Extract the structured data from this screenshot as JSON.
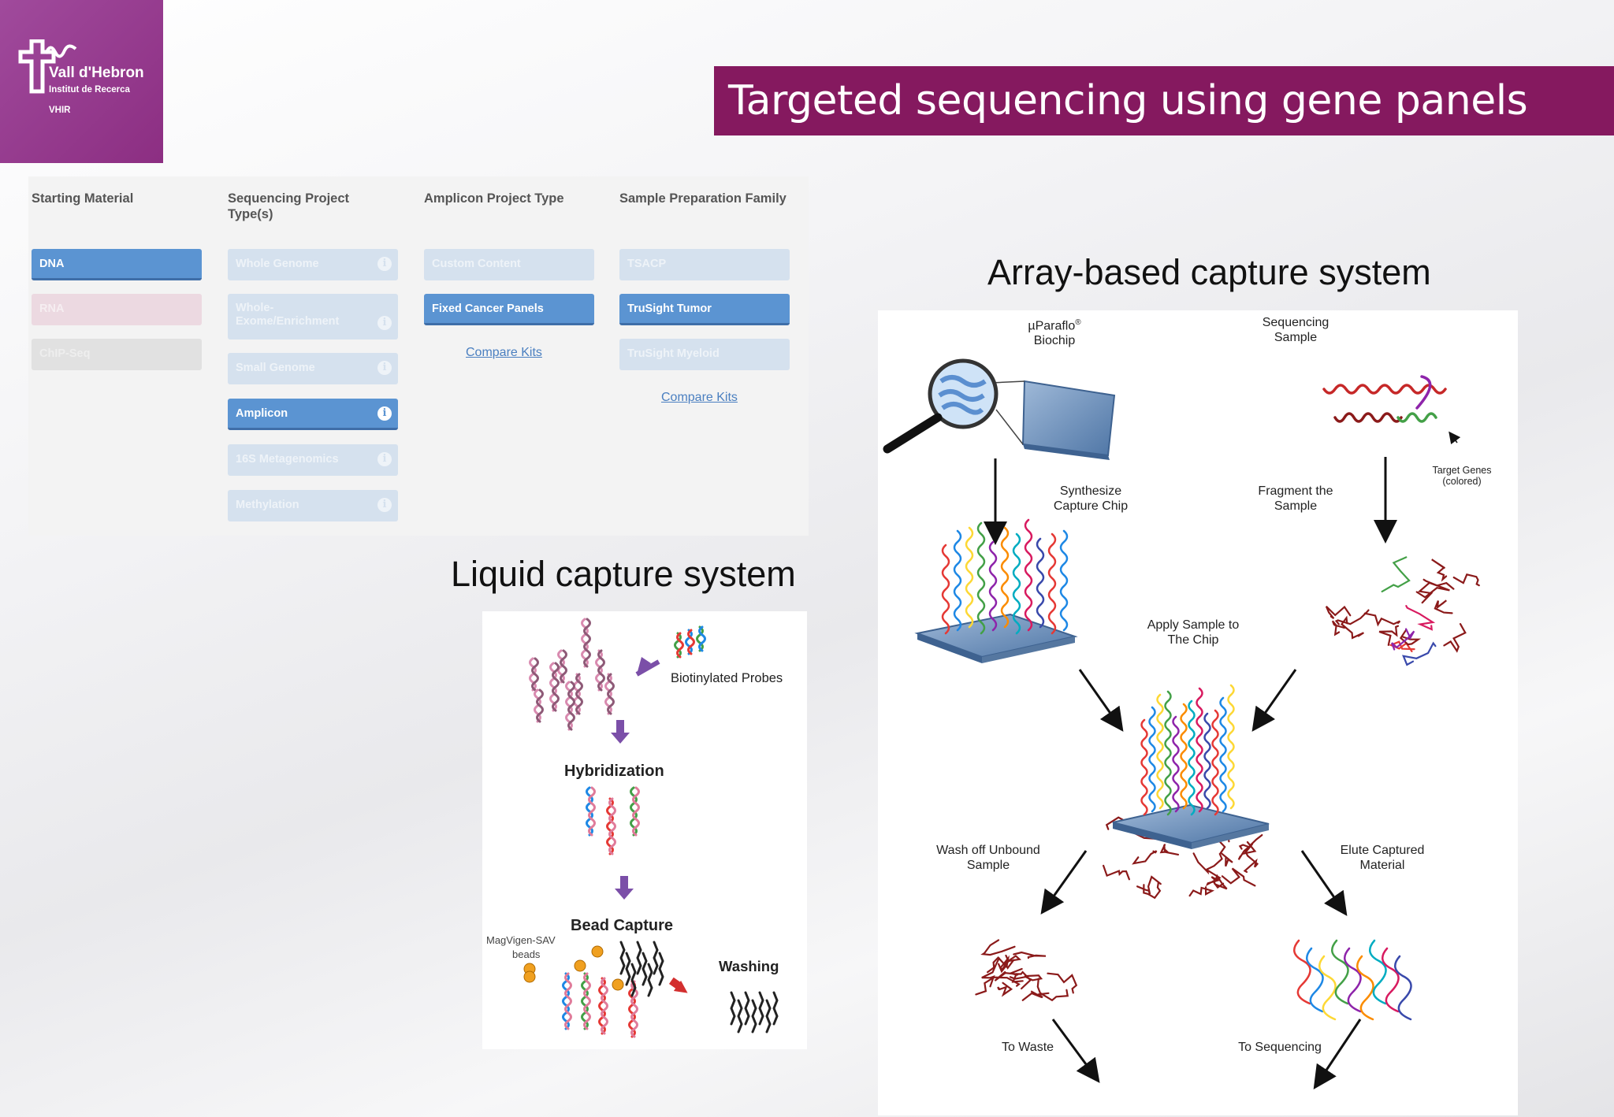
{
  "logo": {
    "name": "Vall d'Hebron",
    "institute": "Institut de Recerca",
    "abbr": "VHIR",
    "color": "#9b3f93"
  },
  "slide_title": "Targeted sequencing using gene panels",
  "selector": {
    "columns": [
      {
        "header": "Starting Material",
        "options": [
          {
            "label": "DNA",
            "state": "active"
          },
          {
            "label": "RNA",
            "state": "dim"
          },
          {
            "label": "ChIP-Seq",
            "state": "dim"
          }
        ]
      },
      {
        "header": "Sequencing Project Type(s)",
        "options": [
          {
            "label": "Whole Genome",
            "state": "dim"
          },
          {
            "label": "Whole-Exome/Enrichment",
            "state": "dim"
          },
          {
            "label": "Small Genome",
            "state": "dim"
          },
          {
            "label": "Amplicon",
            "state": "active"
          },
          {
            "label": "16S Metagenomics",
            "state": "dim"
          },
          {
            "label": "Methylation",
            "state": "dim"
          }
        ]
      },
      {
        "header": "Amplicon Project Type",
        "options": [
          {
            "label": "Custom Content",
            "state": "dim"
          },
          {
            "label": "Fixed Cancer Panels",
            "state": "active"
          }
        ],
        "link": "Compare Kits"
      },
      {
        "header": "Sample Preparation Family",
        "options": [
          {
            "label": "TSACP",
            "state": "dim"
          },
          {
            "label": "TruSight Tumor",
            "state": "active"
          },
          {
            "label": "TruSight Myeloid",
            "state": "dim"
          }
        ],
        "link": "Compare Kits"
      }
    ],
    "info_glyph": "i",
    "active_color": "#5b94d2"
  },
  "liquid": {
    "title": "Liquid capture system",
    "probes_label": "Biotinylated Probes",
    "hybridization": "Hybridization",
    "bead_capture": "Bead Capture",
    "beads_label_1": "MagVigen-SAV",
    "beads_label_2": "beads",
    "washing": "Washing"
  },
  "array": {
    "title": "Array-based capture system",
    "biochip_1": "µParaflo",
    "biochip_reg": "®",
    "biochip_2": "Biochip",
    "seqsample_1": "Sequencing",
    "seqsample_2": "Sample",
    "target_genes_1": "Target Genes",
    "target_genes_2": "(colored)",
    "synth_1": "Synthesize",
    "synth_2": "Capture Chip",
    "fragment_1": "Fragment the",
    "fragment_2": "Sample",
    "apply_1": "Apply Sample to",
    "apply_2": "The Chip",
    "wash_1": "Wash off Unbound",
    "wash_2": "Sample",
    "elute_1": "Elute Captured",
    "elute_2": "Material",
    "to_waste": "To Waste",
    "to_sequencing": "To Sequencing"
  },
  "strand_colors": [
    "#e53935",
    "#1e88e5",
    "#fdd835",
    "#43a047",
    "#8e24aa",
    "#fb8c00",
    "#00acc1",
    "#d81b60",
    "#3949ab"
  ],
  "background_strand_color": "#8b1a1a"
}
